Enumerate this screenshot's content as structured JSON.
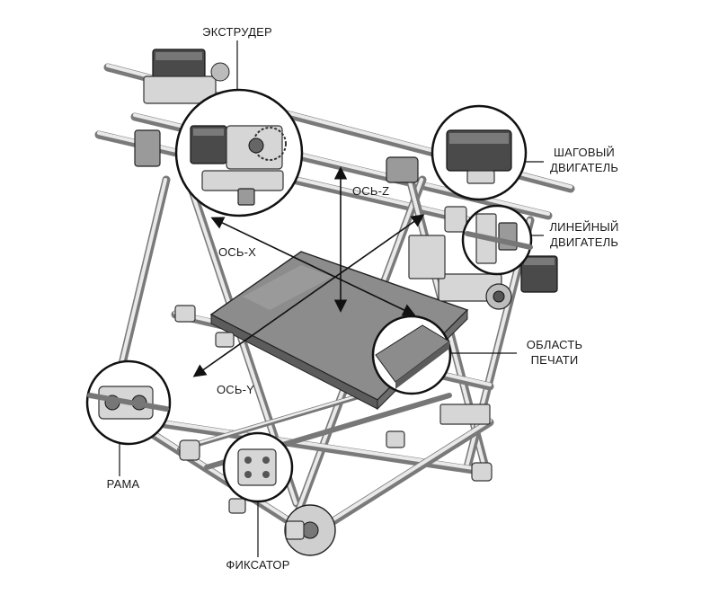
{
  "labels": {
    "extruder": "ЭКСТРУДЕР",
    "stepper_line1": "ШАГОВЫЙ",
    "stepper_line2": "ДВИГАТЕЛЬ",
    "linear_line1": "ЛИНЕЙНЫЙ",
    "linear_line2": "ДВИГАТЕЛЬ",
    "print_area_line1": "ОБЛАСТЬ",
    "print_area_line2": "ПЕЧАТИ",
    "axis_z": "ОСЬ-Z",
    "axis_x": "ОСЬ-X",
    "axis_y": "ОСЬ-Y",
    "frame": "РАМА",
    "clamp": "ФИКСАТОР"
  }
}
